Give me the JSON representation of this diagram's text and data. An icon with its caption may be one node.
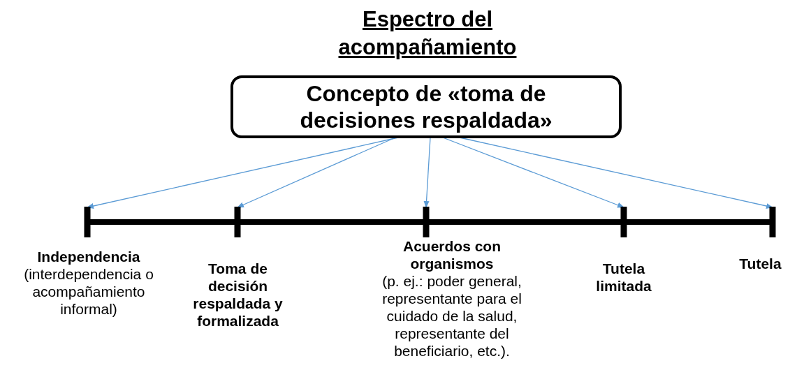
{
  "diagram": {
    "title": "Espectro del acompañamiento",
    "nodes": [
      {
        "text": [
          "Concepto de «toma de decisiones respaldada»"
        ]
      },
      {
        "text": [
          "Independencia",
          "(interdependencia o acompañamiento informal)"
        ]
      },
      {
        "text": [
          "Toma de decisión respaldada y formalizada"
        ]
      },
      {
        "text": [
          "Acuerdos con organismos",
          "(p. ej.: poder general, representante para el cuidado de la salud, representante del beneficiario, etc.)."
        ]
      },
      {
        "text": [
          "Tutela limitada"
        ]
      },
      {
        "text": [
          "Tutela"
        ]
      }
    ],
    "edges": [
      {
        "from": 0,
        "to": 1,
        "arrow": "to"
      },
      {
        "from": 0,
        "to": 2,
        "arrow": "to"
      },
      {
        "from": 0,
        "to": 3,
        "arrow": "to"
      },
      {
        "from": 0,
        "to": 4,
        "arrow": "to"
      },
      {
        "from": 0,
        "to": 5,
        "arrow": "to"
      }
    ]
  }
}
